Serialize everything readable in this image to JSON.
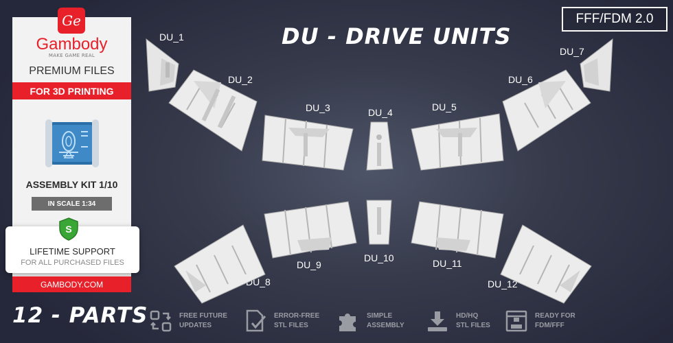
{
  "brand": {
    "logo_letters": "Ge",
    "name": "Gambody",
    "tagline": "MAKE GAME REAL",
    "premium": "PREMIUM FILES",
    "for_3d": "FOR 3D PRINTING",
    "kit_title": "ASSEMBLY KIT 1/10",
    "scale": "IN SCALE 1:34",
    "support_title": "LIFETIME SUPPORT",
    "support_sub": "FOR ALL PURCHASED FILES",
    "shield_letter": "S",
    "site": "GAMBODY.COM"
  },
  "title": "DU - DRIVE UNITS",
  "version": "FFF/FDM 2.0",
  "parts_title": "12 - PARTS",
  "part_labels": [
    "DU_1",
    "DU_2",
    "DU_3",
    "DU_4",
    "DU_5",
    "DU_6",
    "DU_7",
    "DU_8",
    "DU_9",
    "DU_10",
    "DU_11",
    "DU_12"
  ],
  "features": [
    {
      "icon": "refresh-grid-icon",
      "text": "FREE FUTURE\nUPDATES"
    },
    {
      "icon": "file-check-icon",
      "text": "ERROR-FREE\nSTL FILES"
    },
    {
      "icon": "puzzle-icon",
      "text": "SIMPLE\nASSEMBLY"
    },
    {
      "icon": "file-download-icon",
      "text": "HD/HQ\nSTL FILES"
    },
    {
      "icon": "printer-icon",
      "text": "READY FOR\nFDM/FFF"
    }
  ],
  "colors": {
    "accent": "#e8202a",
    "background": "#363a4b",
    "part": "#e8e8e8"
  }
}
